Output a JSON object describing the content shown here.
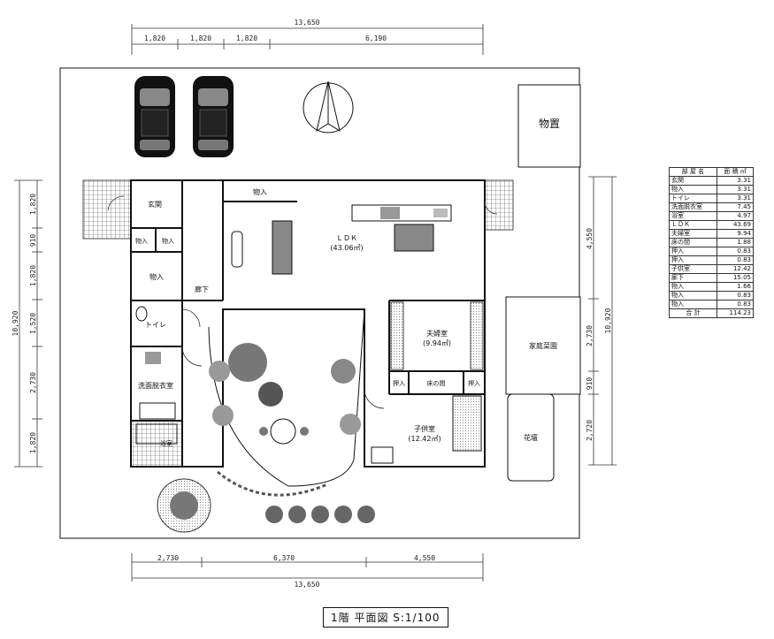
{
  "dims_top": {
    "total": "13,650",
    "segments": [
      "1,820",
      "1,820",
      "1,820",
      "6,190"
    ]
  },
  "dims_bottom": {
    "total": "13,650",
    "segments": [
      "2,730",
      "6,370",
      "4,550"
    ]
  },
  "dims_left": {
    "total": "10,920",
    "segments": [
      "1,820",
      "910",
      "1,820",
      "1,520",
      "2,730",
      "1,820"
    ]
  },
  "dims_right": {
    "total": "10,920",
    "segments": [
      "4,550",
      "2,730",
      "910",
      "2,720"
    ]
  },
  "rooms": {
    "entrance": "玄関",
    "storage": "物入",
    "storage_ldk": "物入",
    "storage_a": "物入",
    "storage_b": "物入",
    "hall": "廊下",
    "toilet": "トイレ",
    "washroom": "洗面脱衣室",
    "bath": "浴室",
    "ldk_name": "ＬＤＫ",
    "ldk_area": "(43.06㎡)",
    "master_name": "夫婦室",
    "master_area": "(9.94㎡)",
    "tokonoma": "床の間",
    "closet_l": "押入",
    "closet_r": "押入",
    "kids_name": "子供室",
    "kids_area": "(12.42㎡)",
    "shed": "物置",
    "garden": "家庭菜園",
    "flower": "花壇"
  },
  "area_table": {
    "header": [
      "部 屋 名",
      "面 積 ㎡"
    ],
    "rows": [
      [
        "玄関",
        "3.31"
      ],
      [
        "物入",
        "3.31"
      ],
      [
        "トイレ",
        "3.31"
      ],
      [
        "洗面脱衣室",
        "7.45"
      ],
      [
        "浴室",
        "4.97"
      ],
      [
        "ＬＤＫ",
        "43.69"
      ],
      [
        "夫婦室",
        "9.94"
      ],
      [
        "床の間",
        "1.88"
      ],
      [
        "押入",
        "0.83"
      ],
      [
        "押入",
        "0.83"
      ],
      [
        "子供室",
        "12.42"
      ],
      [
        "廊下",
        "15.05"
      ],
      [
        "物入",
        "1.66"
      ],
      [
        "物入",
        "0.83"
      ],
      [
        "物入",
        "0.83"
      ]
    ],
    "total_label": "合 計",
    "total_value": "114.23"
  },
  "caption": "1階 平面図 S:1/100"
}
